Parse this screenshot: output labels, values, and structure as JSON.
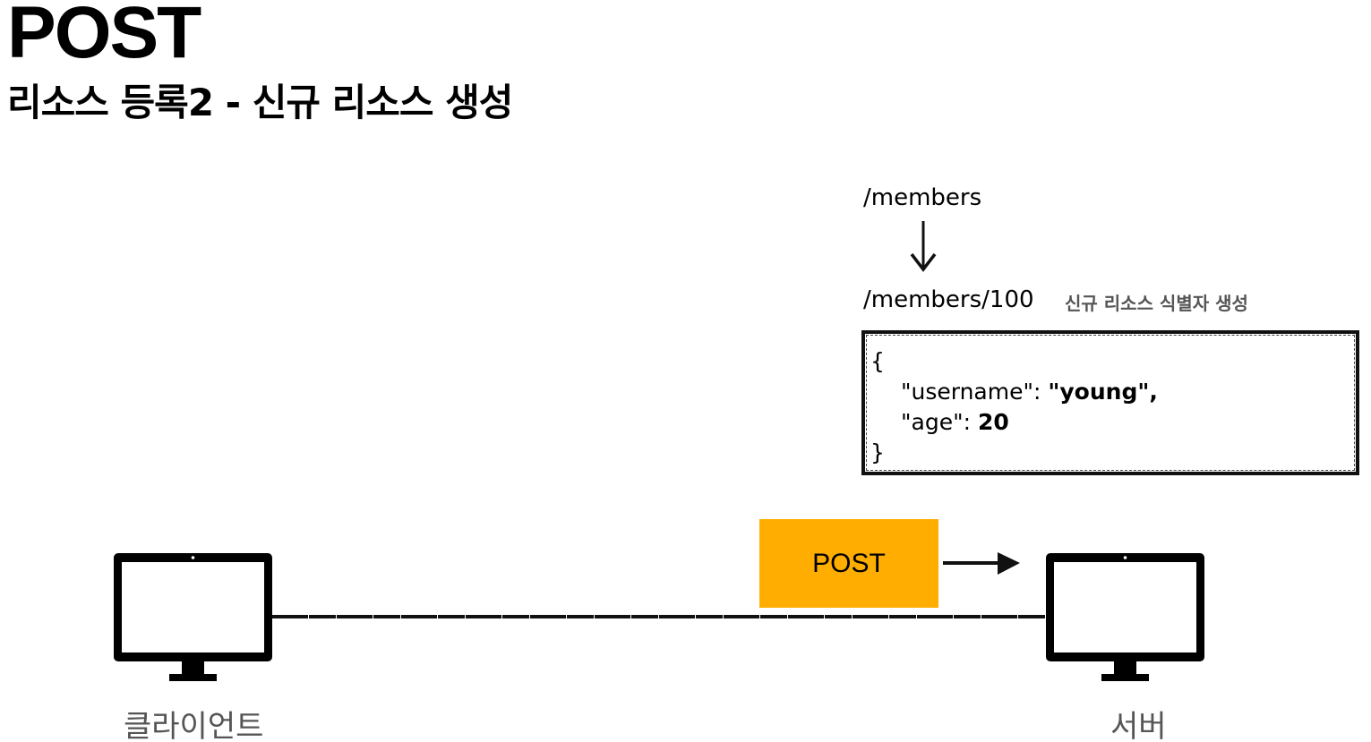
{
  "slide": {
    "title": "POST",
    "subtitle": "리소스 등록2 - 신규 리소스 생성"
  },
  "request": {
    "collection_uri": "/members",
    "created_uri": "/members/100",
    "created_note": "신규 리소스 식별자 생성",
    "method": "POST",
    "body": {
      "open_brace": "{",
      "line1_key": "\"username\": ",
      "line1_value": "\"young\",",
      "line2_key": "\"age\": ",
      "line2_value": "20",
      "close_brace": "}"
    }
  },
  "devices": {
    "client_label": "클라이언트",
    "server_label": "서버"
  },
  "colors": {
    "method_box": "#ffad00",
    "label_gray": "#555555"
  }
}
